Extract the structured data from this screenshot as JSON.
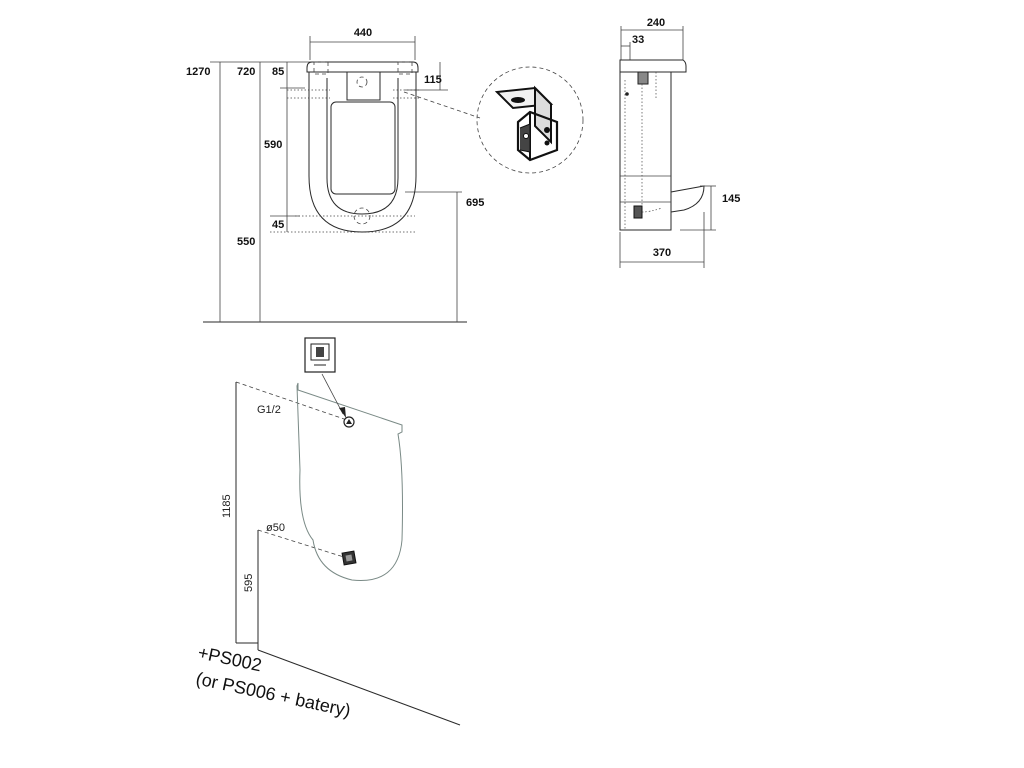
{
  "front_view": {
    "dims": {
      "width": "440",
      "total_height": "1270",
      "top_height": "720",
      "top_offset": "85",
      "inlet_height": "115",
      "body_height": "590",
      "bottom_offset": "45",
      "outlet_height": "550",
      "rim_height": "695"
    }
  },
  "side_view": {
    "dims": {
      "depth_top": "240",
      "wall_offset": "33",
      "lip_height": "145",
      "depth_bottom": "370"
    }
  },
  "iso_view": {
    "labels": {
      "inlet": "G1/2",
      "outlet": "ø50",
      "inlet_height": "1185",
      "outlet_height": "595",
      "accessory_line1": "+PS002",
      "accessory_line2": "(or PS006 + batery)"
    }
  }
}
